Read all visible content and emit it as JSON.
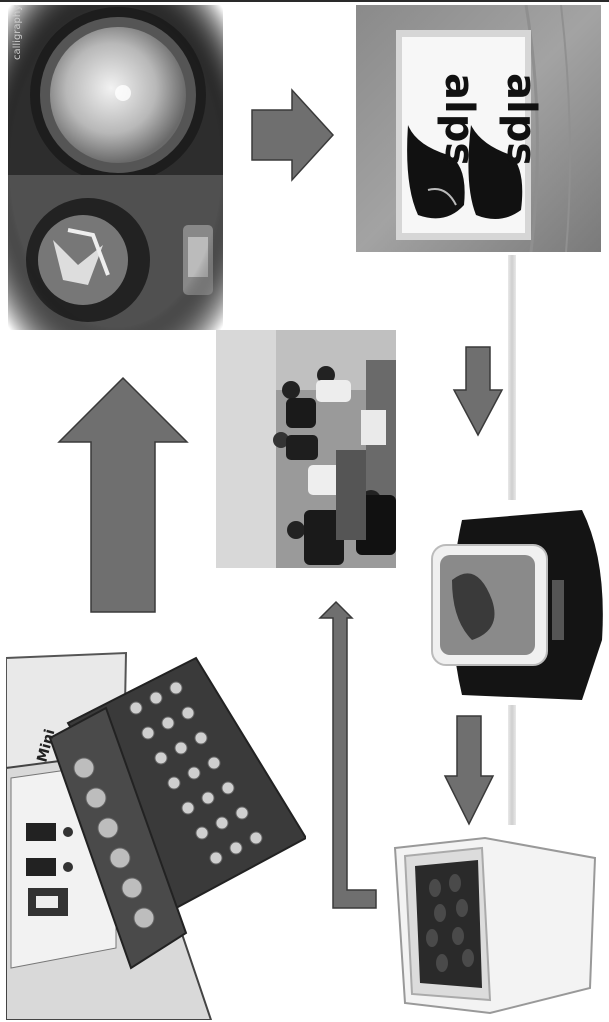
{
  "diagram": {
    "photos": [
      {
        "id": "grinder",
        "icon": "coffee-grinder-photo"
      },
      {
        "id": "card",
        "icon": "business-card-photo",
        "card_text": "alps"
      },
      {
        "id": "meeting",
        "icon": "people-meeting-photo"
      },
      {
        "id": "cup-roaster",
        "icon": "cup-on-stand-photo"
      },
      {
        "id": "roaster",
        "icon": "roasting-machine-photo",
        "brand_text": "Mini"
      },
      {
        "id": "beans",
        "icon": "bean-container-photo"
      }
    ],
    "watermark": "calligraphy",
    "arrows": [
      "right-arrow",
      "down-arrow",
      "down-arrow",
      "up-arrow",
      "return-arrow"
    ],
    "colors": {
      "arrow_fill": "#6f6f6f",
      "arrow_stroke": "#3a3a3a",
      "background": "#ffffff"
    }
  }
}
